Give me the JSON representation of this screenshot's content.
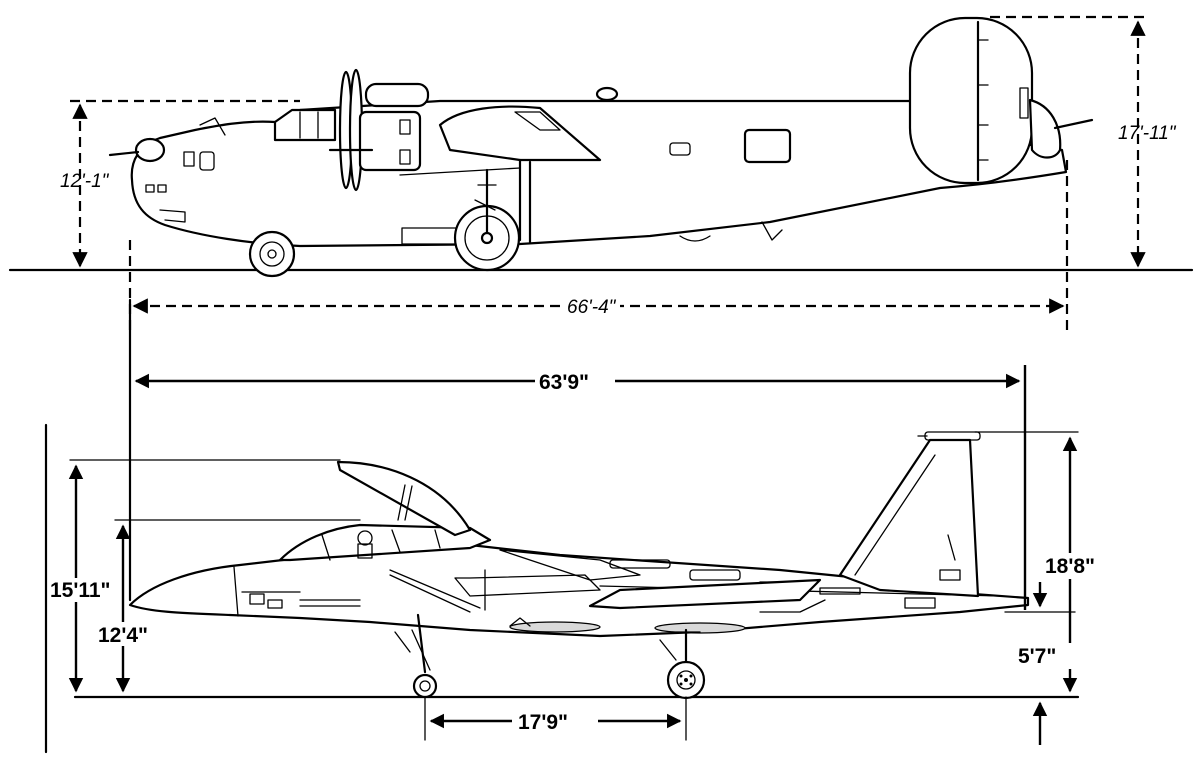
{
  "top_aircraft": {
    "height_tail": "17'-11\"",
    "height_nose": "12'-1\"",
    "length": "66'-4\""
  },
  "bottom_aircraft": {
    "length": "63'9\"",
    "height_canopy_open": "15'11\"",
    "height_cockpit": "12'4\"",
    "height_tail": "18'8\"",
    "ground_clearance": "5'7\"",
    "wheelbase": "17'9\""
  }
}
